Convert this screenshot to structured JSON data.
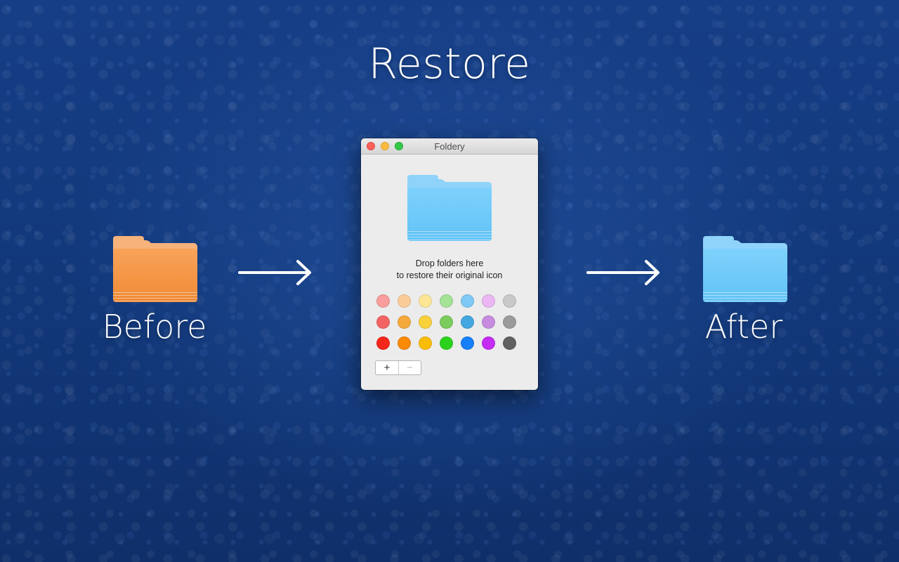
{
  "headline": "Restore",
  "before": {
    "label": "Before",
    "folder_icon": "orange-folder-icon",
    "folder_color": "#f59a48"
  },
  "after": {
    "label": "After",
    "folder_icon": "blue-folder-icon",
    "folder_color": "#6fcaf9"
  },
  "arrows": [
    "right-arrow-icon",
    "right-arrow-icon"
  ],
  "window": {
    "title": "Foldery",
    "drop_icon": "blue-folder-icon",
    "drop_text_line1": "Drop folders here",
    "drop_text_line2": "to restore their original icon",
    "swatch_rows": [
      [
        "#f99e9c",
        "#fccc98",
        "#fde796",
        "#a4e296",
        "#7ec9f6",
        "#eab6f3",
        "#c8c8c8"
      ],
      [
        "#f46363",
        "#f6a93c",
        "#f9d13a",
        "#7acc5c",
        "#43a8e1",
        "#c78be0",
        "#9b9b9b"
      ],
      [
        "#f7261b",
        "#fb8a05",
        "#fbbc05",
        "#2bd21c",
        "#1680f9",
        "#c52cf3",
        "#616161"
      ]
    ],
    "add_button": "+",
    "remove_button": "−"
  }
}
